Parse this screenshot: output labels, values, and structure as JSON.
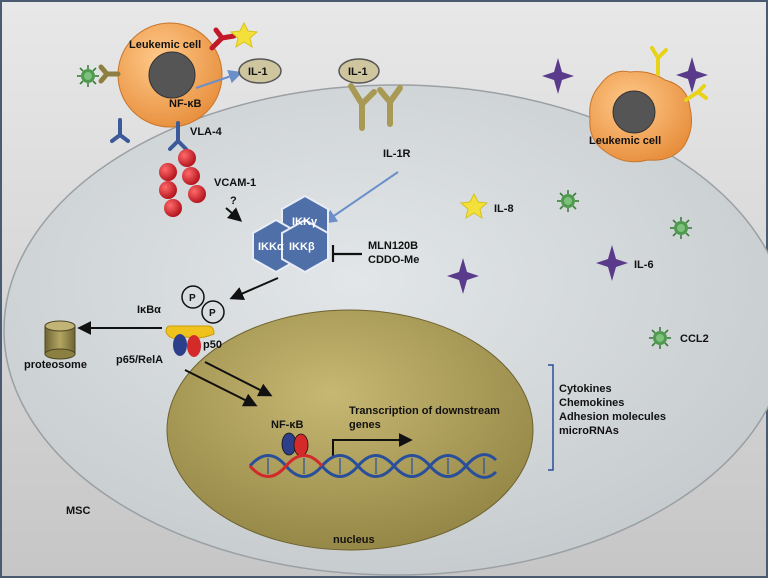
{
  "colors": {
    "frame_border": "#4a5a70",
    "background_top": "#e6e6e6",
    "background_bottom": "#c9c9c9",
    "msc_fill": "#d0d5d8",
    "nucleus_fill": "#a89a55",
    "leukemic_cell": "#f3a55c",
    "leukemic_nucleus": "#555555",
    "ikk_hex": "#4f6fa8",
    "vcam_red": "#d6202a",
    "dna_blue": "#2a4f9a",
    "dna_red": "#d22a2a",
    "il6_purple": "#5a3a8a",
    "il8_yellow": "#f3e03a",
    "ccl2_green": "#4f9a4f",
    "arrow_blue": "#6b8fc9"
  },
  "labels": {
    "leukemic_cell_top": "Leukemic cell",
    "leukemic_cell_right": "Leukemic cell",
    "nfkb_top": "NF-κB",
    "il1_top": "IL-1",
    "il1_receptor_ligand": "IL-1",
    "vla4": "VLA-4",
    "vcam1": "VCAM-1",
    "question": "?",
    "il1r": "IL-1R",
    "ikk_gamma": "IKKγ",
    "ikk_alpha": "IKKα",
    "ikk_beta": "IKKβ",
    "mln120b": "MLN120B",
    "cddo_me": "CDDO-Me",
    "p_label": "P",
    "ikba": "IκBα",
    "p50": "p50",
    "p65": "p65/RelA",
    "proteosome": "proteosome",
    "nfkb_nucleus": "NF-κB",
    "transcription_line1": "Transcription of downstream",
    "transcription_line2": "genes",
    "il8": "IL-8",
    "il6": "IL-6",
    "ccl2": "CCL2",
    "msc": "MSC",
    "nucleus": "nucleus",
    "outputs": [
      "Cytokines",
      "Chemokines",
      "Adhesion molecules",
      "microRNAs"
    ]
  },
  "icons": [
    "cytokine-star-icon",
    "chemokine-virus-icon",
    "receptor-y-icon",
    "proteasome-cylinder-icon",
    "dna-helix-icon"
  ]
}
